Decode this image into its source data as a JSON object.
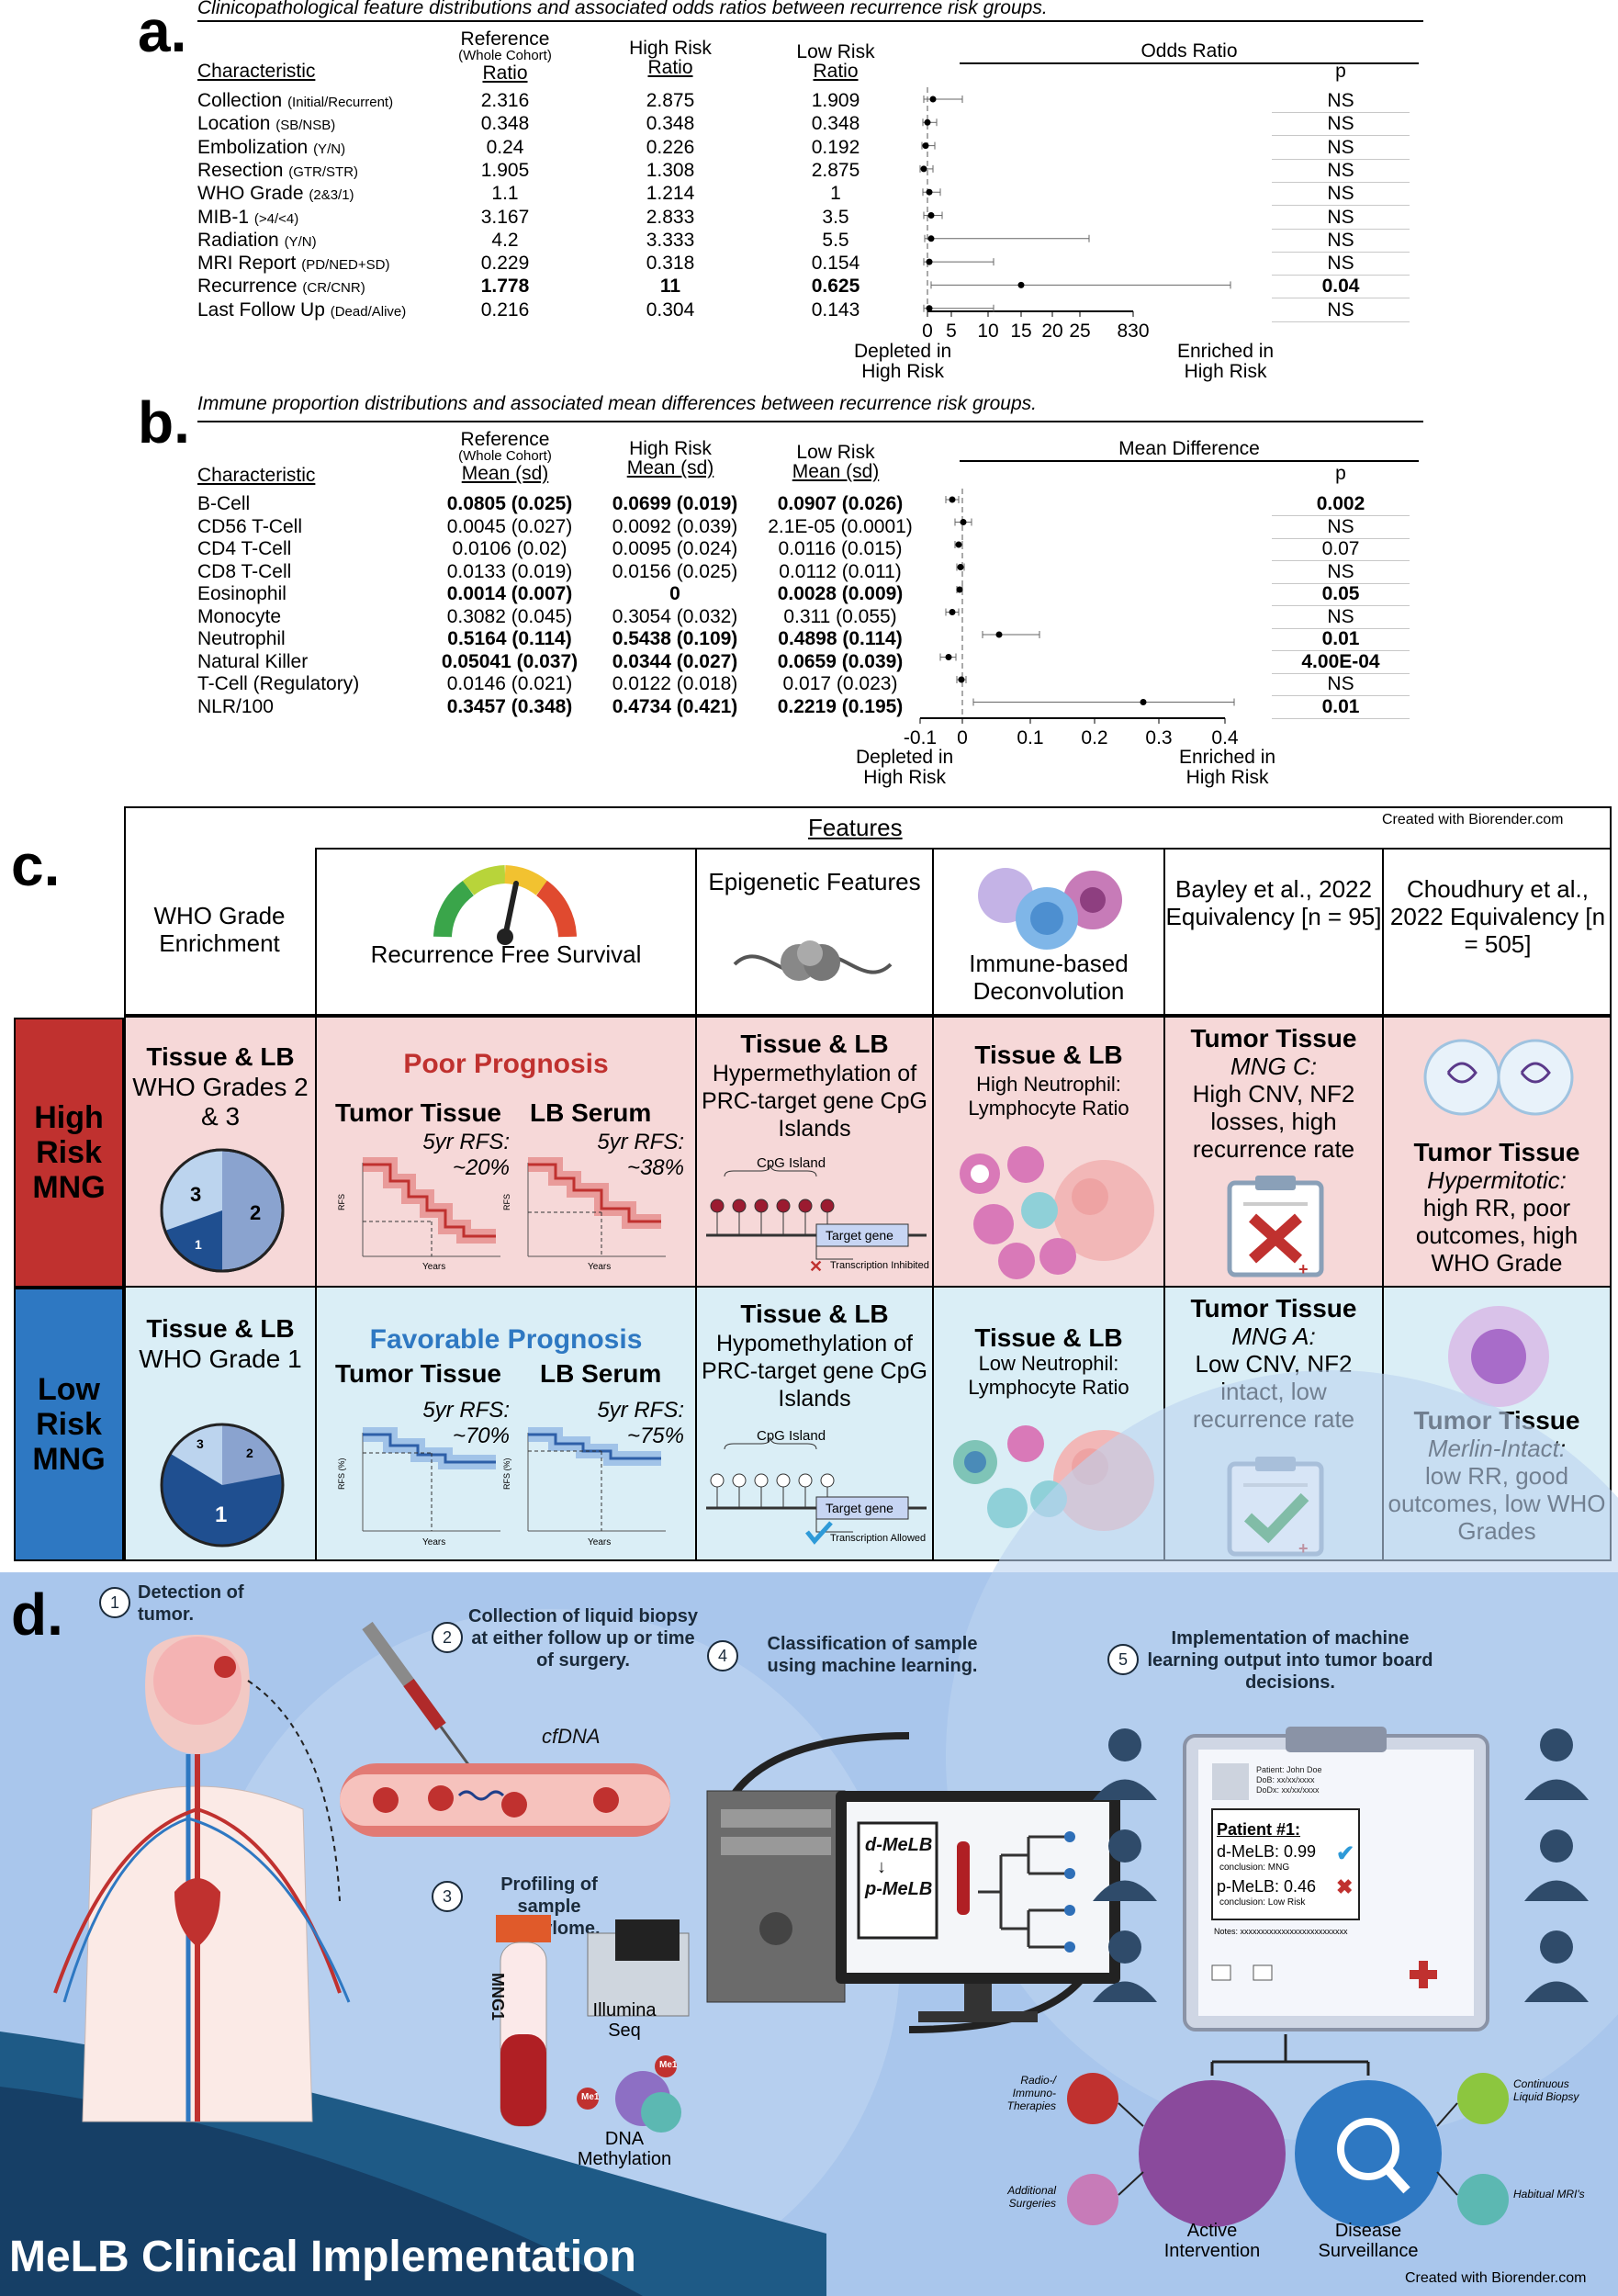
{
  "panel_a": {
    "letter": "a.",
    "title": "Clinicopathological feature distributions and associated odds ratios between recurrence risk groups.",
    "header": {
      "characteristic": "Characteristic",
      "ref_line1": "Reference",
      "ref_line2": "(Whole Cohort)",
      "ref_line3": "Ratio",
      "high_line1": "High Risk",
      "high_line2": "Ratio",
      "low_line1": "Low Risk",
      "low_line2": "Ratio",
      "plot_title": "Odds Ratio",
      "p": "p"
    },
    "rows": [
      {
        "name": "Collection",
        "sub": "(Initial/Recurrent)",
        "ref": "2.316",
        "high": "2.875",
        "low": "1.909",
        "p": "NS",
        "bold": false
      },
      {
        "name": "Location",
        "sub": "(SB/NSB)",
        "ref": "0.348",
        "high": "0.348",
        "low": "0.348",
        "p": "NS",
        "bold": false
      },
      {
        "name": "Embolization",
        "sub": "(Y/N)",
        "ref": "0.24",
        "high": "0.226",
        "low": "0.192",
        "p": "NS",
        "bold": false
      },
      {
        "name": "Resection",
        "sub": "(GTR/STR)",
        "ref": "1.905",
        "high": "1.308",
        "low": "2.875",
        "p": "NS",
        "bold": false
      },
      {
        "name": "WHO Grade",
        "sub": "(2&3/1)",
        "ref": "1.1",
        "high": "1.214",
        "low": "1",
        "p": "NS",
        "bold": false
      },
      {
        "name": "MIB-1",
        "sub": "(>4/<4)",
        "ref": "3.167",
        "high": "2.833",
        "low": "3.5",
        "p": "NS",
        "bold": false
      },
      {
        "name": "Radiation",
        "sub": "(Y/N)",
        "ref": "4.2",
        "high": "3.333",
        "low": "5.5",
        "p": "NS",
        "bold": false
      },
      {
        "name": "MRI Report",
        "sub": "(PD/NED+SD)",
        "ref": "0.229",
        "high": "0.318",
        "low": "0.154",
        "p": "NS",
        "bold": false
      },
      {
        "name": "Recurrence",
        "sub": "(CR/CNR)",
        "ref": "1.778",
        "high": "11",
        "low": "0.625",
        "p": "0.04",
        "bold": true
      },
      {
        "name": "Last Follow Up",
        "sub": "(Dead/Alive)",
        "ref": "0.216",
        "high": "0.304",
        "low": "0.143",
        "p": "NS",
        "bold": false
      }
    ],
    "axis_ticks": [
      "0",
      "5",
      "10",
      "15",
      "20",
      "25",
      "830"
    ],
    "left_label_1": "Depleted in",
    "left_label_2": "High Risk",
    "right_label_1": "Enriched in",
    "right_label_2": "High Risk"
  },
  "panel_b": {
    "letter": "b.",
    "title": "Immune proportion distributions and associated mean differences between recurrence risk groups.",
    "header": {
      "characteristic": "Characteristic",
      "ref_line1": "Reference",
      "ref_line2": "(Whole Cohort)",
      "ref_line3": "Mean (sd)",
      "high_line1": "High Risk",
      "high_line2": "Mean (sd)",
      "low_line1": "Low Risk",
      "low_line2": "Mean (sd)",
      "plot_title": "Mean Difference",
      "p": "p"
    },
    "rows": [
      {
        "name": "B-Cell",
        "ref": "0.0805 (0.025)",
        "high": "0.0699 (0.019)",
        "low": "0.0907 (0.026)",
        "p": "0.002",
        "bold": true
      },
      {
        "name": "CD56 T-Cell",
        "ref": "0.0045 (0.027)",
        "high": "0.0092 (0.039)",
        "low": "2.1E-05 (0.0001)",
        "p": "NS",
        "bold": false
      },
      {
        "name": "CD4 T-Cell",
        "ref": "0.0106 (0.02)",
        "high": "0.0095 (0.024)",
        "low": "0.0116 (0.015)",
        "p": "0.07",
        "bold": false
      },
      {
        "name": "CD8 T-Cell",
        "ref": "0.0133 (0.019)",
        "high": "0.0156 (0.025)",
        "low": "0.0112 (0.011)",
        "p": "NS",
        "bold": false
      },
      {
        "name": "Eosinophil",
        "ref": "0.0014 (0.007)",
        "high": "0",
        "low": "0.0028 (0.009)",
        "p": "0.05",
        "bold": true
      },
      {
        "name": "Monocyte",
        "ref": "0.3082 (0.045)",
        "high": "0.3054 (0.032)",
        "low": "0.311 (0.055)",
        "p": "NS",
        "bold": false
      },
      {
        "name": "Neutrophil",
        "ref": "0.5164 (0.114)",
        "high": "0.5438 (0.109)",
        "low": "0.4898 (0.114)",
        "p": "0.01",
        "bold": true
      },
      {
        "name": "Natural Killer",
        "ref": "0.05041 (0.037)",
        "high": "0.0344 (0.027)",
        "low": "0.0659 (0.039)",
        "p": "4.00E-04",
        "bold": true
      },
      {
        "name": "T-Cell (Regulatory)",
        "ref": "0.0146 (0.021)",
        "high": "0.0122 (0.018)",
        "low": "0.017 (0.023)",
        "p": "NS",
        "bold": false
      },
      {
        "name": "NLR/100",
        "ref": "0.3457 (0.348)",
        "high": "0.4734 (0.421)",
        "low": "0.2219 (0.195)",
        "p": "0.01",
        "bold": true
      }
    ],
    "axis_ticks": [
      "-0.1",
      "0",
      "0.1",
      "0.2",
      "0.3",
      "0.4"
    ],
    "left_label_1": "Depleted in",
    "left_label_2": "High Risk",
    "right_label_1": "Enriched in",
    "right_label_2": "High Risk"
  },
  "panel_c": {
    "letter": "c.",
    "features_title": "Features",
    "credit": "Created with Biorender.com",
    "columns": {
      "who": "WHO Grade Enrichment",
      "rfs": "Recurrence Free Survival",
      "epi": "Epigenetic Features",
      "immune": "Immune-based Deconvolution",
      "bayley": "Bayley et al., 2022 Equivalency [n = 95]",
      "choud": "Choudhury et al., 2022 Equivalency [n = 505]"
    },
    "high": {
      "label": "High Risk MNG",
      "who_title": "Tissue & LB",
      "who_text": "WHO Grades 2 & 3",
      "pie": {
        "g3": "3",
        "g2": "2",
        "g1": "1"
      },
      "rfs_title": "Poor Prognosis",
      "rfs_left_title": "Tumor Tissue",
      "rfs_left_val": "5yr  RFS: ~20%",
      "rfs_right_title": "LB Serum",
      "rfs_right_val": "5yr  RFS: ~38%",
      "years": "Years",
      "rfs_axis": "RFS",
      "epi_title": "Tissue & LB",
      "epi_text": "Hypermethylation of PRC-target gene CpG Islands",
      "cpg": "CpG Island",
      "target": "Target gene",
      "transcription": "Transcription Inhibited",
      "imm_title": "Tissue & LB",
      "imm_text": "High Neutrophil: Lymphocyte Ratio",
      "bay_title": "Tumor Tissue",
      "bay_sub": "MNG C:",
      "bay_text": "High CNV, NF2 losses, high recurrence rate",
      "ch_title": "Tumor Tissue",
      "ch_sub": "Hypermitotic:",
      "ch_text": "high RR, poor outcomes, high WHO Grade"
    },
    "low": {
      "label": "Low Risk MNG",
      "who_title": "Tissue & LB",
      "who_text": "WHO Grade 1",
      "pie": {
        "g3": "3",
        "g2": "2",
        "g1": "1"
      },
      "rfs_title": "Favorable Prognosis",
      "rfs_left_title": "Tumor Tissue",
      "rfs_left_val": "5yr  RFS: ~70%",
      "rfs_right_title": "LB Serum",
      "rfs_right_val": "5yr  RFS: ~75%",
      "years": "Years",
      "rfs_axis": "RFS (%)",
      "epi_title": "Tissue & LB",
      "epi_text": "Hypomethylation of PRC-target gene CpG Islands",
      "cpg": "CpG Island",
      "target": "Target gene",
      "transcription": "Transcription Allowed",
      "imm_title": "Tissue & LB",
      "imm_text": "Low Neutrophil: Lymphocyte Ratio",
      "bay_title": "Tumor Tissue",
      "bay_sub": "MNG A:",
      "bay_text": "Low CNV, NF2 intact, low recurrence rate",
      "ch_title": "Tumor Tissue",
      "ch_sub": "Merlin-Intact:",
      "ch_text": "low RR, good outcomes, low WHO Grades"
    },
    "colors": {
      "high_side": "#c0312f",
      "low_side": "#2e78c2",
      "high_bg": "#f6d8d8",
      "low_bg": "#daeef6",
      "poor": "#c0312f",
      "favorable": "#2e78c2"
    }
  },
  "panel_d": {
    "letter": "d.",
    "step1_num": "1",
    "step1": "Detection of tumor.",
    "step2_num": "2",
    "step2": "Collection of liquid biopsy at either follow up or time of surgery.",
    "cfdna": "cfDNA",
    "step3_num": "3",
    "step3": "Profiling of sample methylome.",
    "tube_label": "MNG1",
    "illumina": "Illumina Seq",
    "dna_meth": "DNA Methylation",
    "me1": "Me1",
    "step4_num": "4",
    "step4": "Classification of sample using machine learning.",
    "dmelb": "d-MeLB",
    "pmelb": "p-MeLB",
    "step5_num": "5",
    "step5": "Implementation of machine learning output into tumor board decisions.",
    "clipboard": {
      "patient_lines": [
        "Patient: John Doe",
        "DoB: xx/xx/xxxx",
        "DoDx: xx/xx/xxxx"
      ],
      "patient": "Patient #1:",
      "d_line": "d-MeLB: 0.99",
      "d_concl": "conclusion: MNG",
      "p_line": "p-MeLB: 0.46",
      "p_concl": "conclusion: Low Risk",
      "notes": "Notes: xxxxxxxxxxxxxxxxxxxxxxxxxx"
    },
    "outcomes": {
      "radio": "Radio-/ Immuno- Therapies",
      "surg": "Additional Surgeries",
      "active": "Active Intervention",
      "disease": "Disease Surveillance",
      "liquid": "Continuous Liquid Biopsy",
      "mri": "Habitual MRI's"
    },
    "footer_title": "MeLB Clinical Implementation",
    "credit": "Created with Biorender.com"
  }
}
